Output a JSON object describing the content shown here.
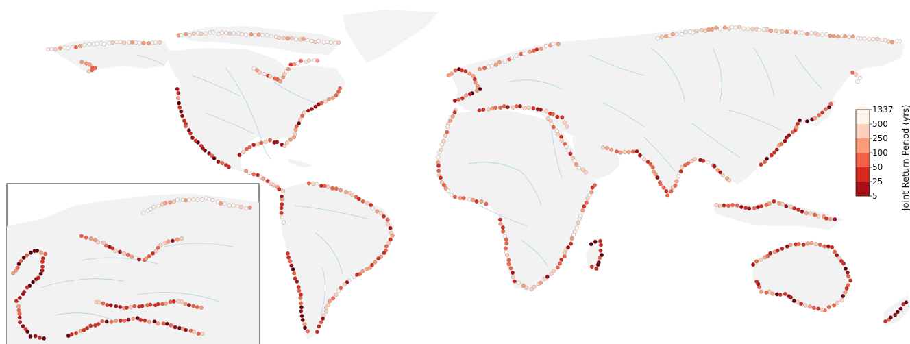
{
  "colorbar": {
    "title": "Joint Return Period (yrs)",
    "ticks": [
      "1337",
      "500",
      "250",
      "100",
      "50",
      "25",
      "5"
    ],
    "colors": [
      "#fff3ee",
      "#fcd0bd",
      "#fb9b7a",
      "#f26145",
      "#d42a20",
      "#a50f15",
      "#67000d"
    ],
    "extend": "max"
  },
  "map_style": {
    "land_color": "#f2f2f2",
    "river_color": "#a8d4e6",
    "background": "#ffffff"
  },
  "inset": {
    "region": "Europe"
  }
}
